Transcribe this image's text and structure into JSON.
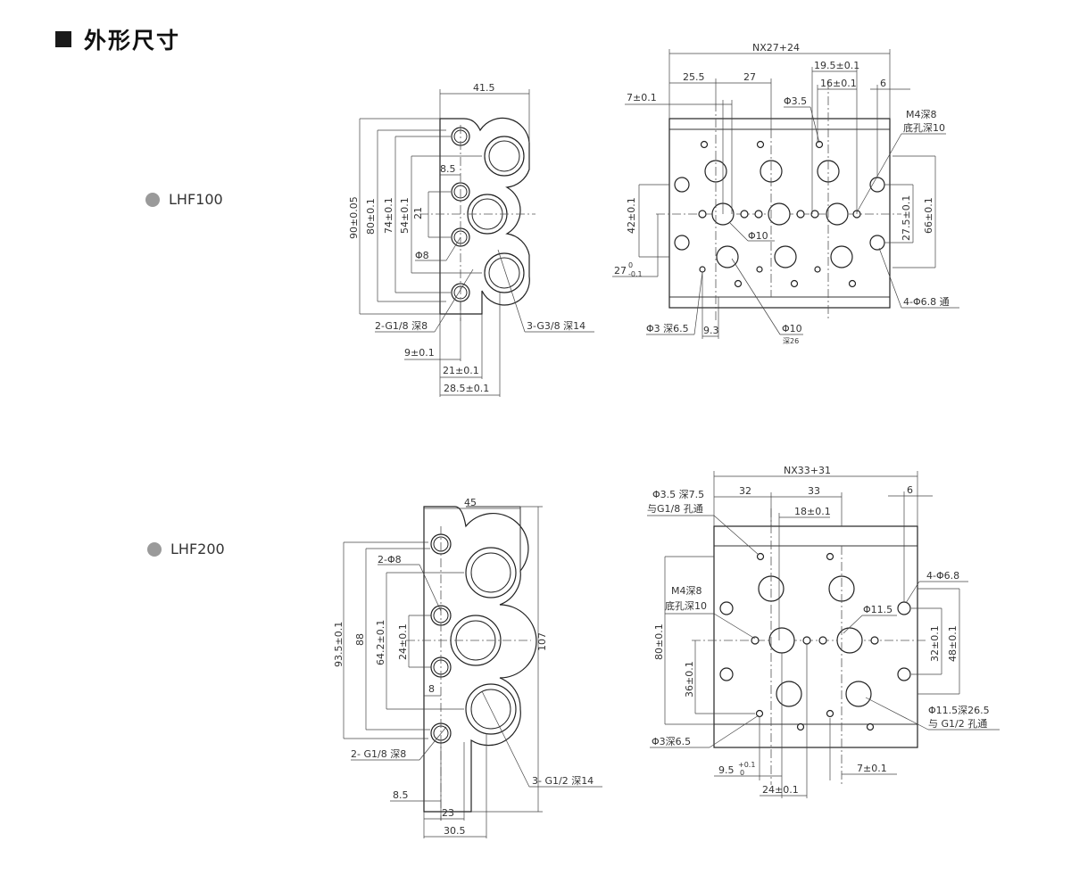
{
  "heading": "外形尺寸",
  "models": [
    {
      "name": "LHF100"
    },
    {
      "name": "LHF200"
    }
  ],
  "lhf100": {
    "side": {
      "dims": [
        "41.5",
        "8.5",
        "21",
        "Φ8",
        "90±0.05",
        "80±0.1",
        "74±0.1",
        "54±0.1",
        "2-G1/8 深8",
        "3-G3/8 深14",
        "9±0.1",
        "21±0.1",
        "28.5±0.1"
      ]
    },
    "top": {
      "dims": [
        "NX27+24",
        "25.5",
        "27",
        "19.5±0.1",
        "16±0.1",
        "6",
        "7±0.1",
        "Φ3.5",
        "M4深8",
        "底孔深10",
        "42±0.1",
        "Φ10",
        "27.5±0.1",
        "66±0.1",
        "27",
        "0",
        "-0.1",
        "4-Φ6.8 通",
        "Φ3 深6.5",
        "9.3",
        "Φ10",
        "深26"
      ]
    }
  },
  "lhf200": {
    "side": {
      "dims": [
        "45",
        "2-Φ8",
        "93.5±0.1",
        "88",
        "64.2±0.1",
        "24±0.1",
        "8",
        "107",
        "2- G1/8 深8",
        "3- G1/2 深14",
        "8.5",
        "23",
        "30.5"
      ]
    },
    "top": {
      "dims": [
        "NX33+31",
        "32",
        "33",
        "6",
        "Φ3.5 深7.5",
        "与G1/8 孔通",
        "18±0.1",
        "4-Φ6.8",
        "M4深8",
        "底孔深10",
        "Φ11.5",
        "80±0.1",
        "32±0.1",
        "48±0.1",
        "36±0.1",
        "Φ11.5深26.5",
        "与 G1/2 孔通",
        "Φ3深6.5",
        "9.5",
        "+0.1",
        "0",
        "7±0.1",
        "24±0.1"
      ]
    }
  }
}
